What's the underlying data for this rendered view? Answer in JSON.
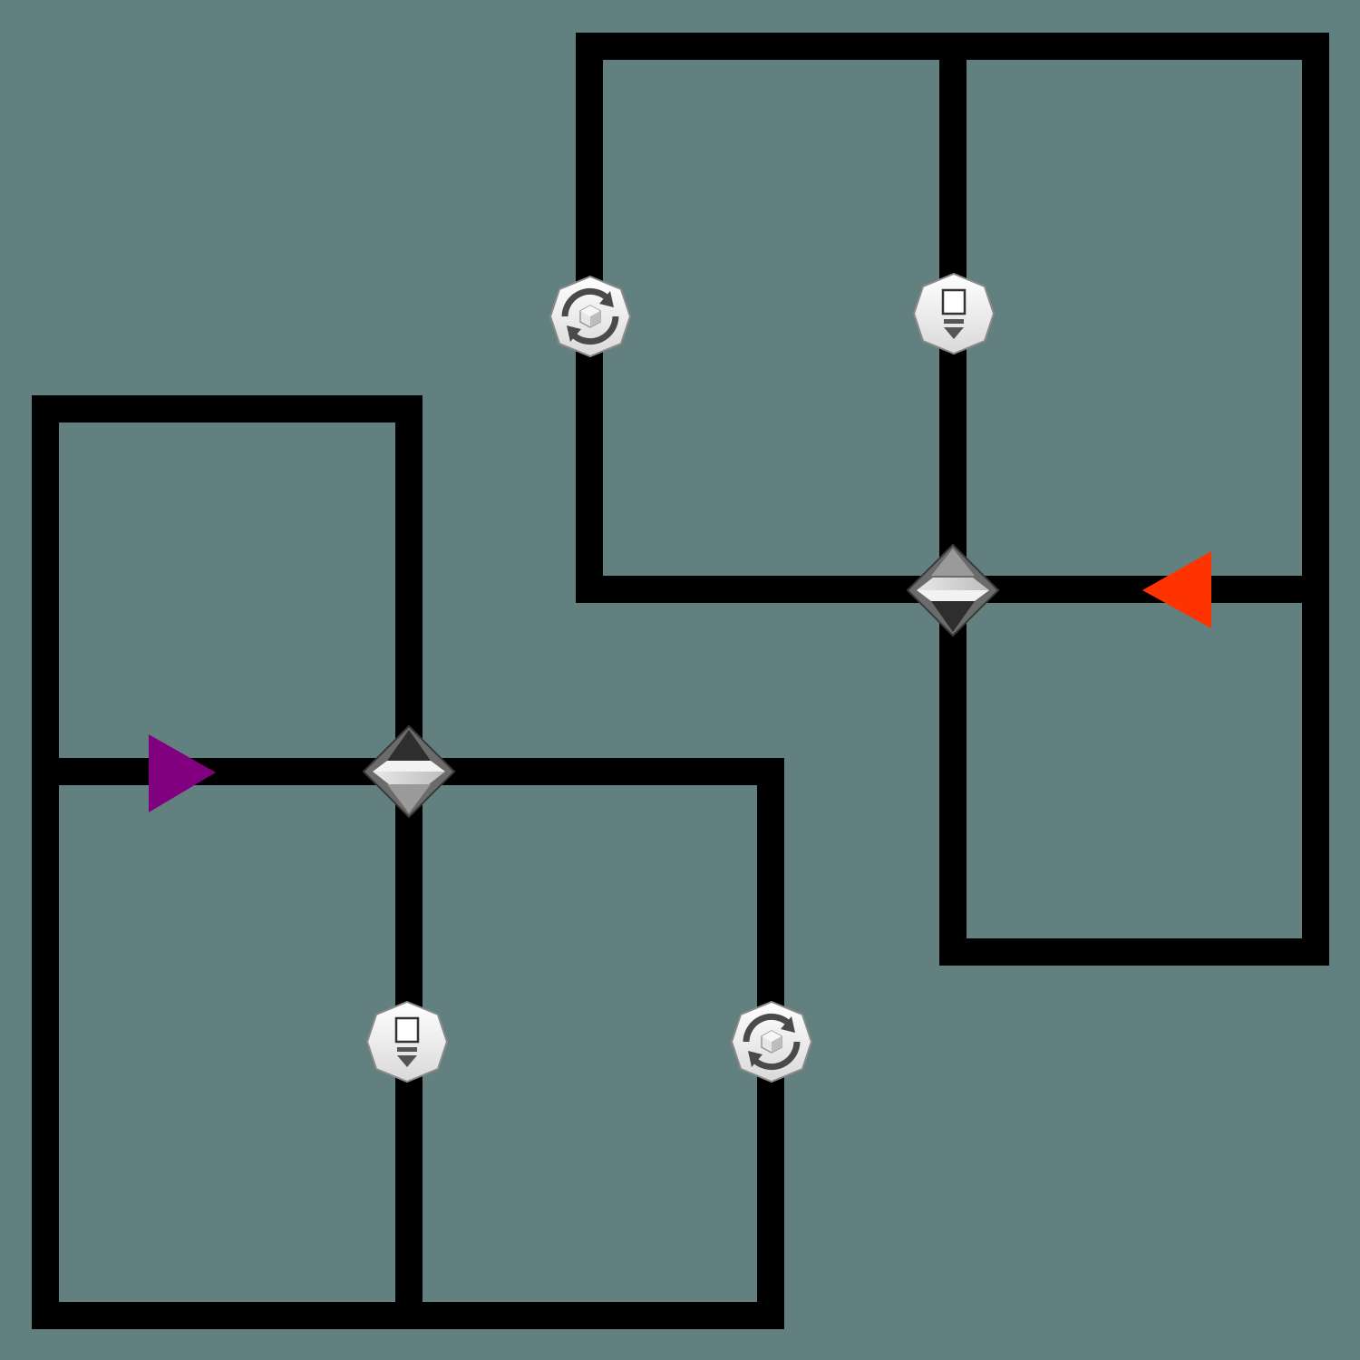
{
  "board": {
    "background_color": "#62807f",
    "track_color": "#000000"
  },
  "pieces": {
    "player_marker": {
      "color": "#800080",
      "direction": "right",
      "icon": "triangle-arrow-right-icon"
    },
    "goal_marker": {
      "color": "#ff3300",
      "direction": "left",
      "icon": "triangle-arrow-left-icon"
    },
    "rotate_nodes": {
      "icon": "rotate-cube-icon",
      "count": 2
    },
    "drop_nodes": {
      "icon": "drop-block-icon",
      "count": 2
    },
    "junction_nodes": {
      "icon": "diamond-junction-icon",
      "count": 2
    }
  }
}
